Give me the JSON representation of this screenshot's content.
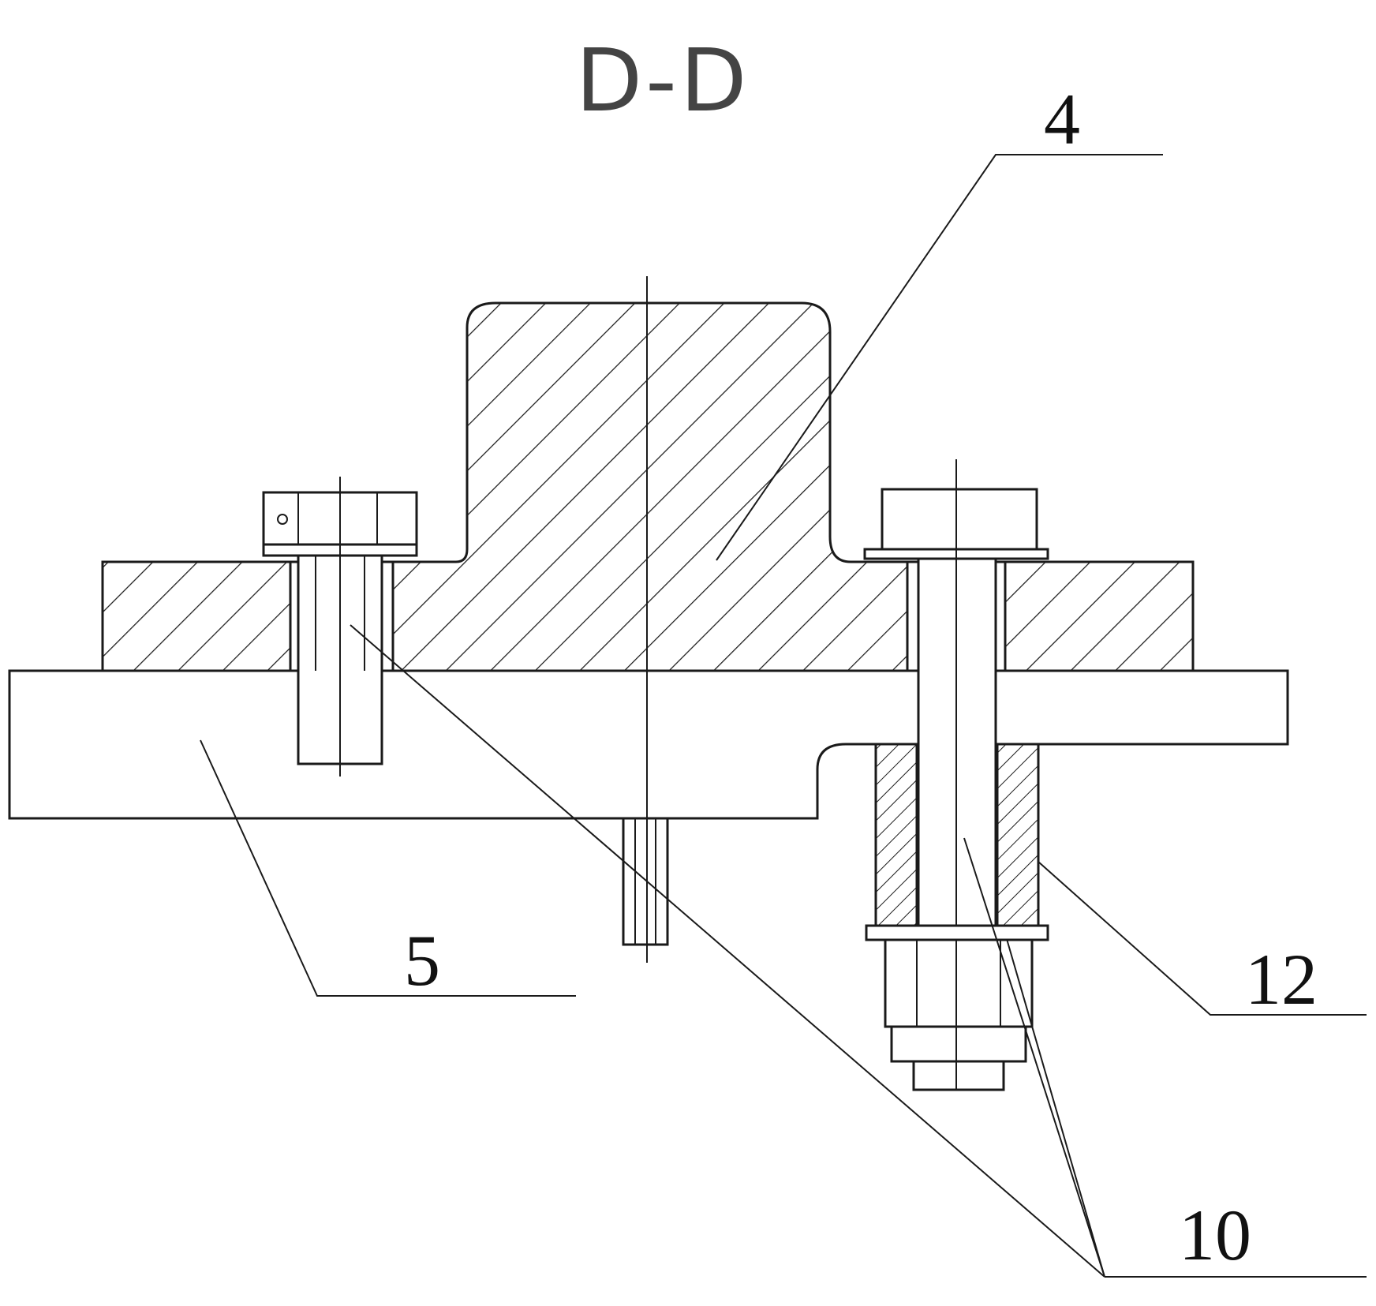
{
  "drawing": {
    "section_title": "D-D",
    "callouts": {
      "part_4": "4",
      "part_5": "5",
      "part_12": "12",
      "part_10": "10"
    },
    "colors": {
      "line": "#1a1a1a",
      "background": "#ffffff"
    }
  }
}
